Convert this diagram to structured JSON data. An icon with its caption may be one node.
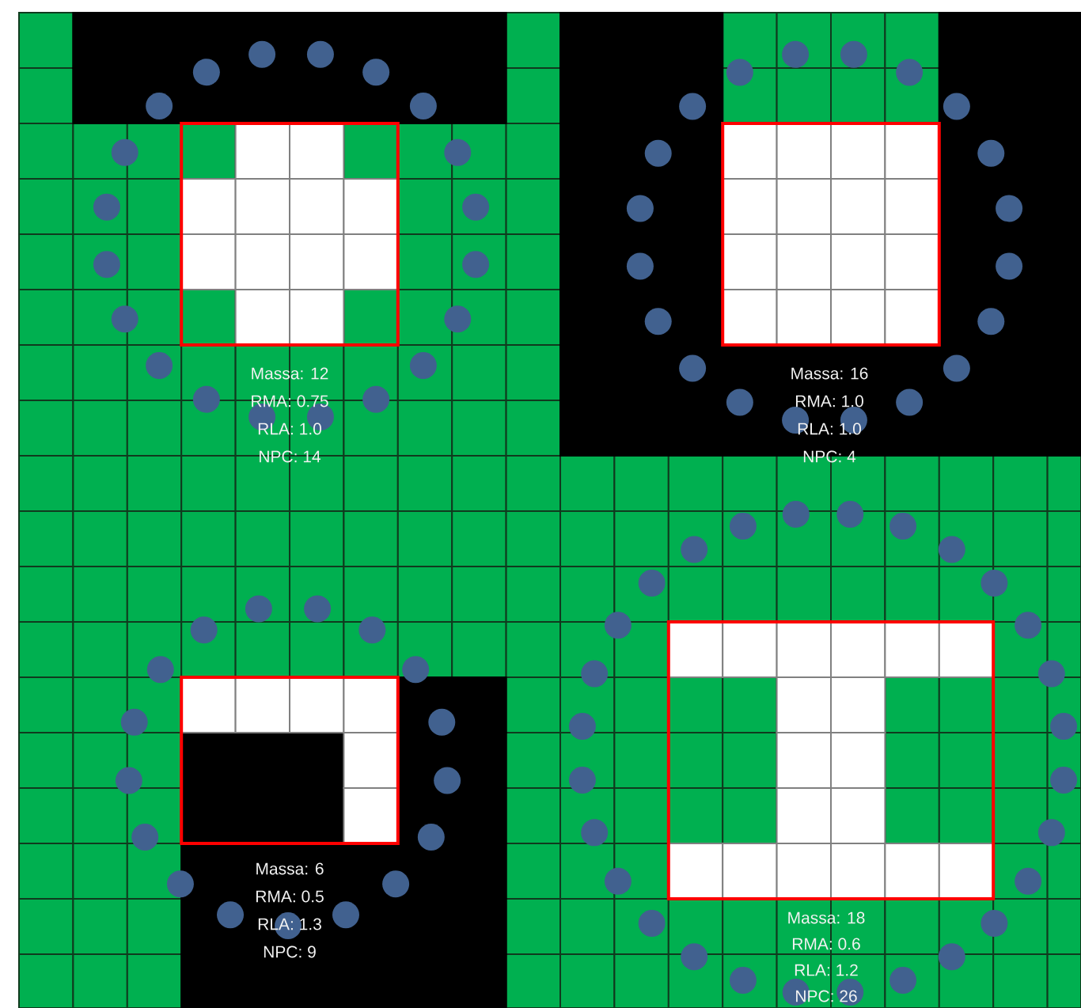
{
  "diagram": {
    "labels": [
      "Massa: 12",
      "RMA: 0.75",
      "RLA: 1.0",
      "NPC: 14",
      "Massa: 16",
      "RMA: 1.0",
      "RLA: 1.0",
      "NPC: 4",
      "Massa: 6",
      "RMA: 0.5",
      "RLA: 1.3",
      "NPC: 9",
      "Massa: 18",
      "RMA: 0.6",
      "RLA: 1.2",
      "NPC: 26"
    ]
  }
}
